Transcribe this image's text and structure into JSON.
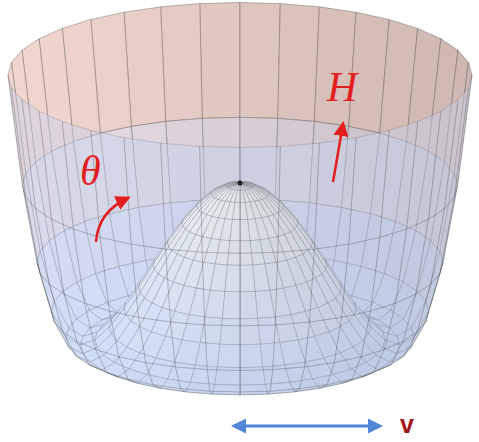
{
  "diagram": {
    "labels": [
      "θ",
      "H",
      "v"
    ]
  }
}
